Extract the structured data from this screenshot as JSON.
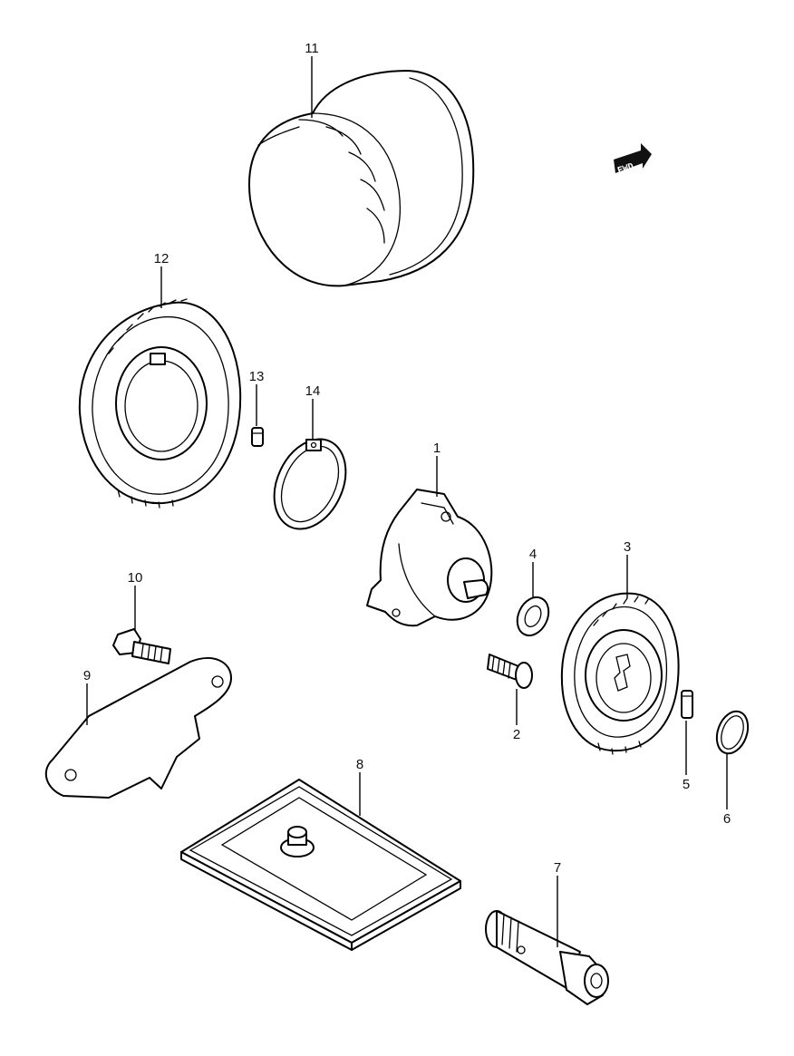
{
  "fwd_badge": "FWD",
  "callouts": [
    {
      "id": "part-1",
      "label": "1"
    },
    {
      "id": "part-2",
      "label": "2"
    },
    {
      "id": "part-3",
      "label": "3"
    },
    {
      "id": "part-4",
      "label": "4"
    },
    {
      "id": "part-5",
      "label": "5"
    },
    {
      "id": "part-6",
      "label": "6"
    },
    {
      "id": "part-7",
      "label": "7"
    },
    {
      "id": "part-8",
      "label": "8"
    },
    {
      "id": "part-9",
      "label": "9"
    },
    {
      "id": "part-10",
      "label": "10"
    },
    {
      "id": "part-11",
      "label": "11"
    },
    {
      "id": "part-12",
      "label": "12"
    },
    {
      "id": "part-13",
      "label": "13"
    },
    {
      "id": "part-14",
      "label": "14"
    }
  ]
}
